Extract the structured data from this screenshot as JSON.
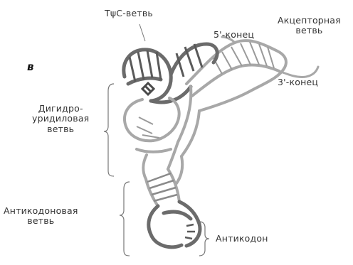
{
  "panel_letter": "в",
  "labels": {
    "tpsic_arm": "TψC-ветвь",
    "five_prime_end": "5'-конец",
    "acceptor_arm_line1": "Акцепторная",
    "acceptor_arm_line2": "ветвь",
    "three_prime_end": "3'-конец",
    "dihydrouridine_arm_line1": "Дигидро-",
    "dihydrouridine_arm_line2": "уридиловая",
    "dihydrouridine_arm_line3": "ветвь",
    "anticodon_arm_line1": "Антикодоновая",
    "anticodon_arm_line2": "ветвь",
    "anticodon": "Антикодон"
  },
  "colors": {
    "dark_strand": "#6b6b6b",
    "light_strand": "#a8a8a8",
    "text": "#333333",
    "background": "#ffffff"
  }
}
